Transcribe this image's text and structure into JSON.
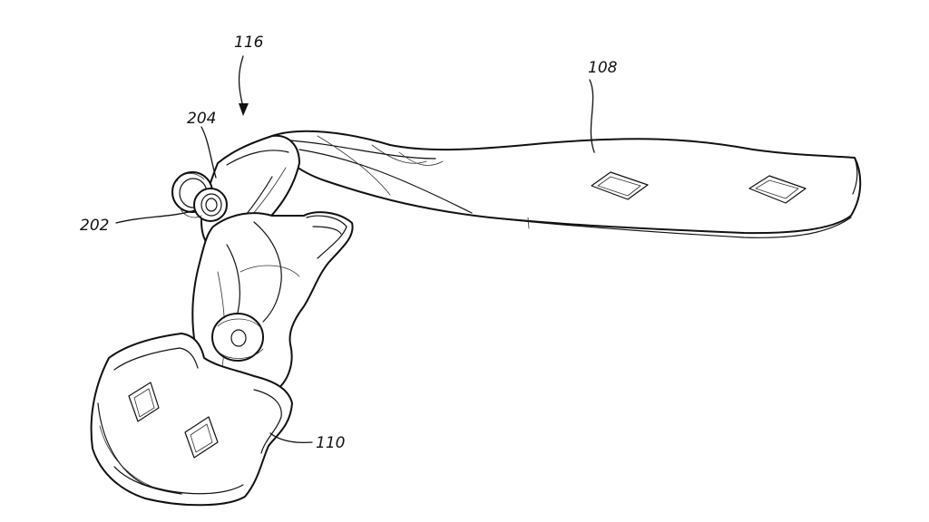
{
  "figure": {
    "labels": {
      "assembly": "116",
      "arm": "108",
      "pivot_bolt": "204",
      "bushing": "202",
      "base_plate": "110"
    }
  }
}
